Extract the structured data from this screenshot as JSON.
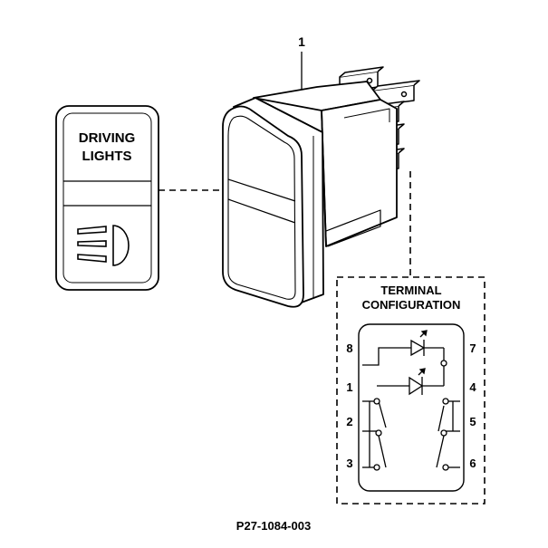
{
  "callout_number": "1",
  "rocker_label": {
    "line1": "DRIVING",
    "line2": "LIGHTS"
  },
  "terminal_box": {
    "title_line1": "TERMINAL",
    "title_line2": "CONFIGURATION",
    "pins": {
      "pin1": "1",
      "pin2": "2",
      "pin3": "3",
      "pin4": "4",
      "pin5": "5",
      "pin6": "6",
      "pin7": "7",
      "pin8": "8"
    }
  },
  "part_number": "P27-1084-003",
  "icons": [
    "driving-light-icon",
    "led-diode-icon"
  ]
}
